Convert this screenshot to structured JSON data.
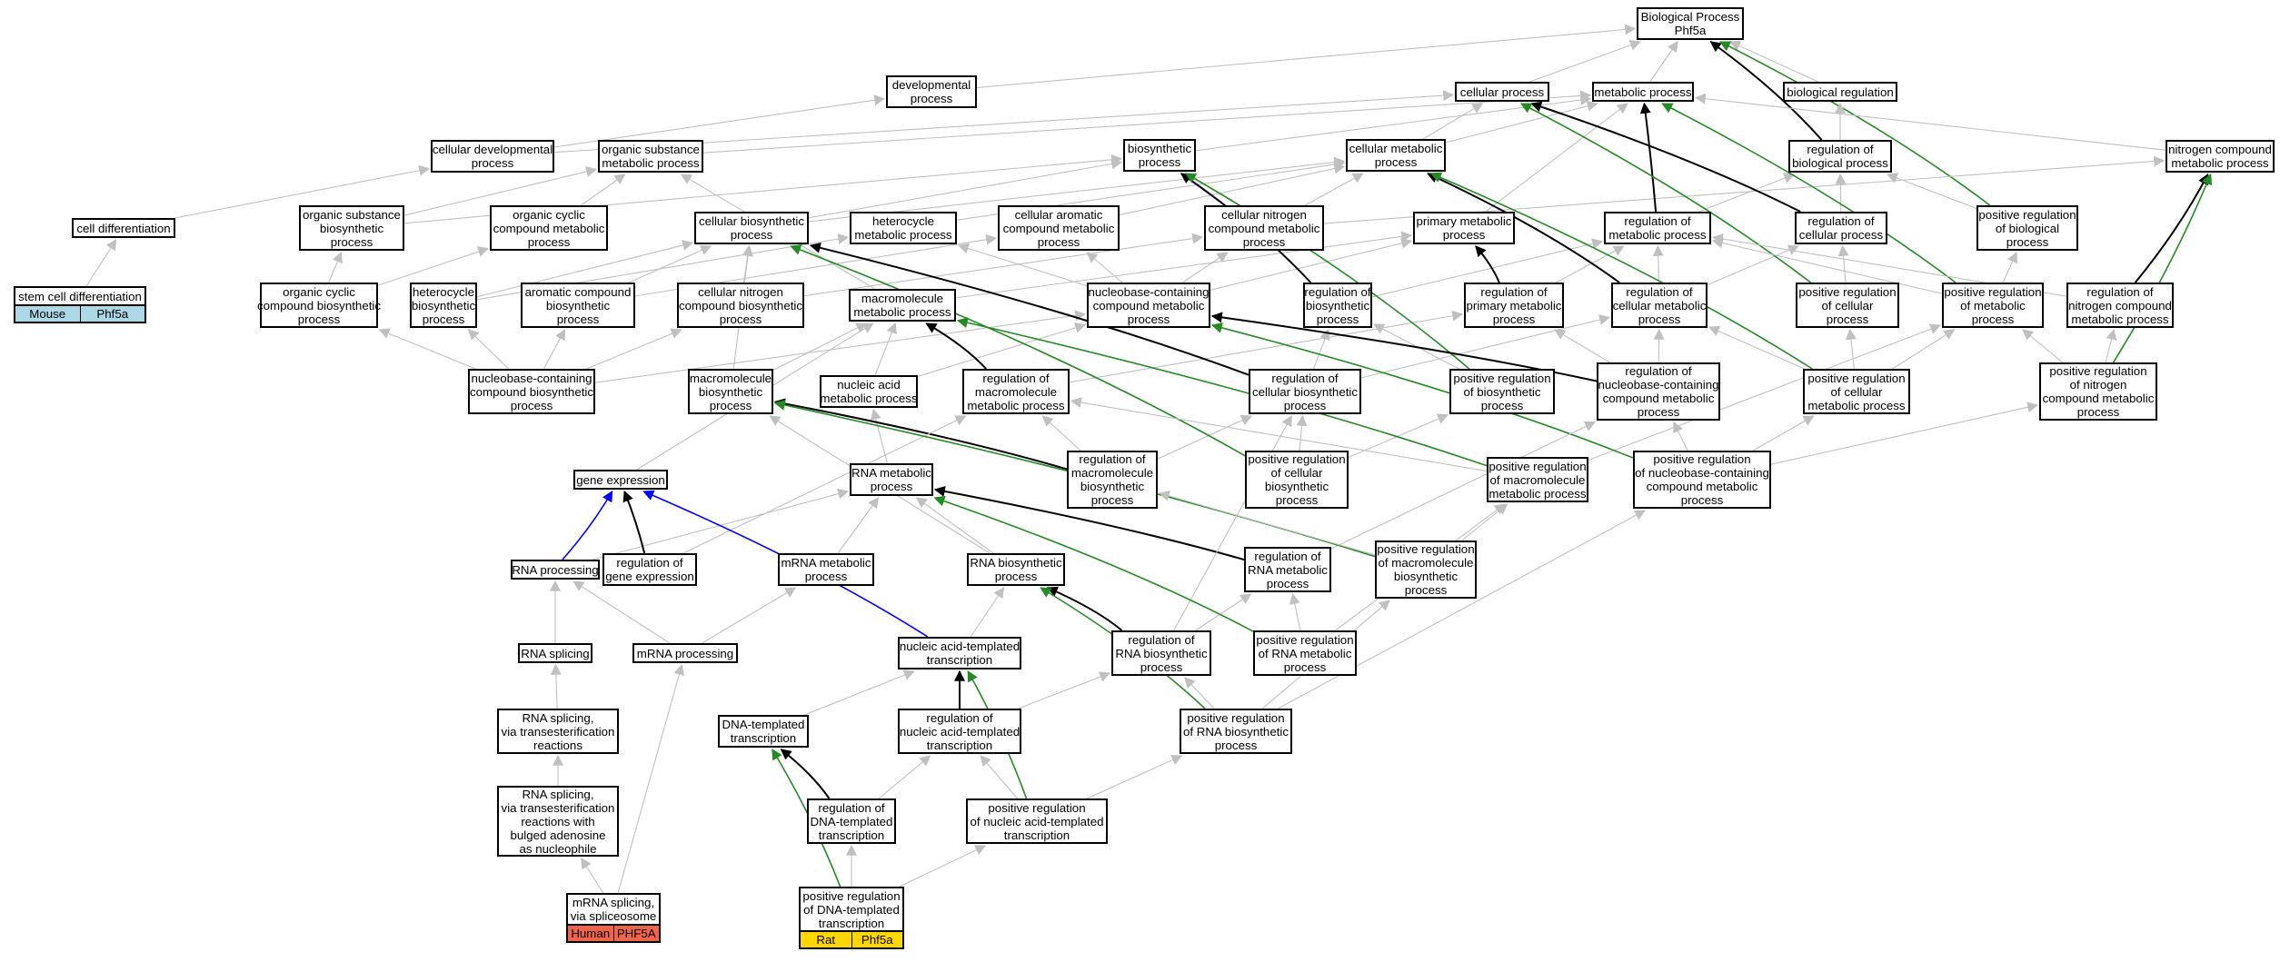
{
  "colors": {
    "edge_gray": "#c0c0c0",
    "edge_black": "#000000",
    "edge_green": "#228b22",
    "edge_blue": "#0000ff",
    "mouse_tag": "#add8e6",
    "human_tag": "#f0644a",
    "rat_tag": "#ffd700"
  },
  "nodes": [
    {
      "id": "bp",
      "lines": [
        "Biological Process",
        "Phf5a"
      ]
    },
    {
      "id": "dev",
      "lines": [
        "developmental",
        "process"
      ]
    },
    {
      "id": "cellproc",
      "lines": [
        "cellular process"
      ]
    },
    {
      "id": "metab",
      "lines": [
        "metabolic process"
      ]
    },
    {
      "id": "bioreg",
      "lines": [
        "biological regulation"
      ]
    },
    {
      "id": "celldev",
      "lines": [
        "cellular developmental",
        "process"
      ]
    },
    {
      "id": "osm",
      "lines": [
        "organic substance",
        "metabolic process"
      ]
    },
    {
      "id": "biosyn",
      "lines": [
        "biosynthetic",
        "process"
      ]
    },
    {
      "id": "cellmet",
      "lines": [
        "cellular metabolic",
        "process"
      ]
    },
    {
      "id": "regbio",
      "lines": [
        "regulation of",
        "biological process"
      ]
    },
    {
      "id": "ncm",
      "lines": [
        "nitrogen compound",
        "metabolic process"
      ]
    },
    {
      "id": "celldiff",
      "lines": [
        "cell differentiation"
      ]
    },
    {
      "id": "osb",
      "lines": [
        "organic substance",
        "biosynthetic",
        "process"
      ]
    },
    {
      "id": "occm",
      "lines": [
        "organic cyclic",
        "compound metabolic",
        "process"
      ]
    },
    {
      "id": "cellbio",
      "lines": [
        "cellular biosynthetic",
        "process"
      ]
    },
    {
      "id": "hetmet",
      "lines": [
        "heterocycle",
        "metabolic process"
      ]
    },
    {
      "id": "cacm",
      "lines": [
        "cellular aromatic",
        "compound metabolic",
        "process"
      ]
    },
    {
      "id": "cncm",
      "lines": [
        "cellular nitrogen",
        "compound metabolic",
        "process"
      ]
    },
    {
      "id": "primmet",
      "lines": [
        "primary metabolic",
        "process"
      ]
    },
    {
      "id": "regmet",
      "lines": [
        "regulation of",
        "metabolic process"
      ]
    },
    {
      "id": "regcell",
      "lines": [
        "regulation of",
        "cellular process"
      ]
    },
    {
      "id": "posregbio",
      "lines": [
        "positive regulation",
        "of biological",
        "process"
      ]
    },
    {
      "id": "stem",
      "lines": [
        "stem cell differentiation"
      ],
      "tag": [
        "Mouse",
        "Phf5a"
      ],
      "tagcolor": "mouse_tag"
    },
    {
      "id": "occb",
      "lines": [
        "organic cyclic",
        "compound biosynthetic",
        "process"
      ]
    },
    {
      "id": "hetbio",
      "lines": [
        "heterocycle",
        "biosynthetic",
        "process"
      ]
    },
    {
      "id": "acb",
      "lines": [
        "aromatic compound",
        "biosynthetic",
        "process"
      ]
    },
    {
      "id": "cncb",
      "lines": [
        "cellular nitrogen",
        "compound biosynthetic",
        "process"
      ]
    },
    {
      "id": "macmet",
      "lines": [
        "macromolecule",
        "metabolic process"
      ]
    },
    {
      "id": "nbccm",
      "lines": [
        "nucleobase-containing",
        "compound metabolic",
        "process"
      ]
    },
    {
      "id": "regbiosyn",
      "lines": [
        "regulation of",
        "biosynthetic",
        "process"
      ]
    },
    {
      "id": "regprim",
      "lines": [
        "regulation of",
        "primary metabolic",
        "process"
      ]
    },
    {
      "id": "regcellmet",
      "lines": [
        "regulation of",
        "cellular metabolic",
        "process"
      ]
    },
    {
      "id": "posregcell",
      "lines": [
        "positive regulation",
        "of cellular",
        "process"
      ]
    },
    {
      "id": "posregmet",
      "lines": [
        "positive regulation",
        "of metabolic",
        "process"
      ]
    },
    {
      "id": "regncm",
      "lines": [
        "regulation of",
        "nitrogen compound",
        "metabolic process"
      ]
    },
    {
      "id": "nbccb",
      "lines": [
        "nucleobase-containing",
        "compound biosynthetic",
        "process"
      ]
    },
    {
      "id": "macbio",
      "lines": [
        "macromolecule",
        "biosynthetic",
        "process"
      ]
    },
    {
      "id": "nucacid",
      "lines": [
        "nucleic acid",
        "metabolic process"
      ]
    },
    {
      "id": "regmacmet",
      "lines": [
        "regulation of",
        "macromolecule",
        "metabolic process"
      ]
    },
    {
      "id": "regcellbio",
      "lines": [
        "regulation of",
        "cellular biosynthetic",
        "process"
      ]
    },
    {
      "id": "posregbiosyn",
      "lines": [
        "positive regulation",
        "of biosynthetic",
        "process"
      ]
    },
    {
      "id": "regnbccm",
      "lines": [
        "regulation of",
        "nucleobase-containing",
        "compound metabolic",
        "process"
      ]
    },
    {
      "id": "posregcellmet",
      "lines": [
        "positive regulation",
        "of cellular",
        "metabolic process"
      ]
    },
    {
      "id": "posregncm",
      "lines": [
        "positive regulation",
        "of nitrogen",
        "compound metabolic",
        "process"
      ]
    },
    {
      "id": "geneexp",
      "lines": [
        "gene expression"
      ]
    },
    {
      "id": "rnamet",
      "lines": [
        "RNA metabolic",
        "process"
      ]
    },
    {
      "id": "regmacbio",
      "lines": [
        "regulation of",
        "macromolecule",
        "biosynthetic",
        "process"
      ]
    },
    {
      "id": "posregcellbio",
      "lines": [
        "positive regulation",
        "of cellular",
        "biosynthetic",
        "process"
      ]
    },
    {
      "id": "posregmacmet",
      "lines": [
        "positive regulation",
        "of macromolecule",
        "metabolic process"
      ]
    },
    {
      "id": "posregnbccm",
      "lines": [
        "positive regulation",
        "of nucleobase-containing",
        "compound metabolic",
        "process"
      ]
    },
    {
      "id": "rnaproc",
      "lines": [
        "RNA processing"
      ]
    },
    {
      "id": "reggeneexp",
      "lines": [
        "regulation of",
        "gene expression"
      ]
    },
    {
      "id": "mrnamet",
      "lines": [
        "mRNA metabolic",
        "process"
      ]
    },
    {
      "id": "rnabio",
      "lines": [
        "RNA biosynthetic",
        "process"
      ]
    },
    {
      "id": "regrnamet",
      "lines": [
        "regulation of",
        "RNA metabolic",
        "process"
      ]
    },
    {
      "id": "posregmacbio",
      "lines": [
        "positive regulation",
        "of macromolecule",
        "biosynthetic",
        "process"
      ]
    },
    {
      "id": "rnasplice",
      "lines": [
        "RNA splicing"
      ]
    },
    {
      "id": "mrnaproc",
      "lines": [
        "mRNA processing"
      ]
    },
    {
      "id": "natrans",
      "lines": [
        "nucleic acid-templated",
        "transcription"
      ]
    },
    {
      "id": "regrnabio",
      "lines": [
        "regulation of",
        "RNA biosynthetic",
        "process"
      ]
    },
    {
      "id": "posregrnamet",
      "lines": [
        "positive regulation",
        "of RNA metabolic",
        "process"
      ]
    },
    {
      "id": "rnasplicetrans",
      "lines": [
        "RNA splicing,",
        "via transesterification",
        "reactions"
      ]
    },
    {
      "id": "dnatrans",
      "lines": [
        "DNA-templated",
        "transcription"
      ]
    },
    {
      "id": "regnatrans",
      "lines": [
        "regulation of",
        "nucleic acid-templated",
        "transcription"
      ]
    },
    {
      "id": "posregrnabio",
      "lines": [
        "positive regulation",
        "of RNA biosynthetic",
        "process"
      ]
    },
    {
      "id": "rnasplicebulged",
      "lines": [
        "RNA splicing,",
        "via transesterification",
        "reactions with",
        "bulged adenosine",
        "as nucleophile"
      ]
    },
    {
      "id": "regdnatrans",
      "lines": [
        "regulation of",
        "DNA-templated",
        "transcription"
      ]
    },
    {
      "id": "posregnatrans",
      "lines": [
        "positive regulation",
        "of nucleic acid-templated",
        "transcription"
      ]
    },
    {
      "id": "mrnasplice",
      "lines": [
        "mRNA splicing,",
        "via spliceosome"
      ],
      "tag": [
        "Human",
        "PHF5A"
      ],
      "tagcolor": "human_tag"
    },
    {
      "id": "posregdnatrans",
      "lines": [
        "positive regulation",
        "of DNA-templated",
        "transcription"
      ],
      "tag": [
        "Rat",
        "Phf5a"
      ],
      "tagcolor": "rat_tag"
    }
  ]
}
